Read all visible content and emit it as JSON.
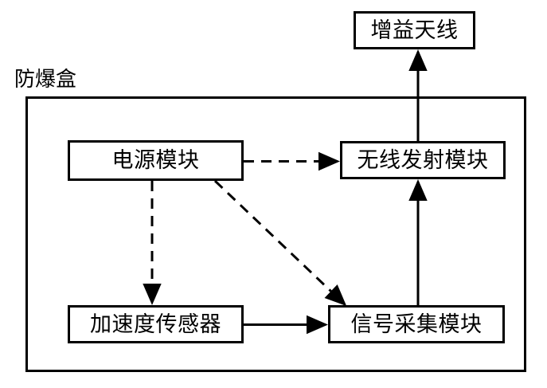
{
  "diagram": {
    "title_label": "防爆盒",
    "container": {
      "name": "explosion-proof-box",
      "label": "防爆盒"
    },
    "nodes": [
      {
        "id": "antenna",
        "label": "增益天线"
      },
      {
        "id": "power",
        "label": "电源模块"
      },
      {
        "id": "wireless",
        "label": "无线发射模块"
      },
      {
        "id": "accel",
        "label": "加速度传感器"
      },
      {
        "id": "signal",
        "label": "信号采集模块"
      }
    ],
    "edges": [
      {
        "from": "power",
        "to": "wireless",
        "style": "dashed",
        "direction": "right"
      },
      {
        "from": "power",
        "to": "accel",
        "style": "dashed",
        "direction": "down"
      },
      {
        "from": "power",
        "to": "signal",
        "style": "dashed",
        "direction": "diagonal-down-right"
      },
      {
        "from": "accel",
        "to": "signal",
        "style": "solid",
        "direction": "right"
      },
      {
        "from": "signal",
        "to": "wireless",
        "style": "solid",
        "direction": "up"
      },
      {
        "from": "wireless",
        "to": "antenna",
        "style": "solid",
        "direction": "up"
      }
    ],
    "colors": {
      "stroke": "#000000",
      "background": "#ffffff",
      "text": "#000000"
    }
  }
}
